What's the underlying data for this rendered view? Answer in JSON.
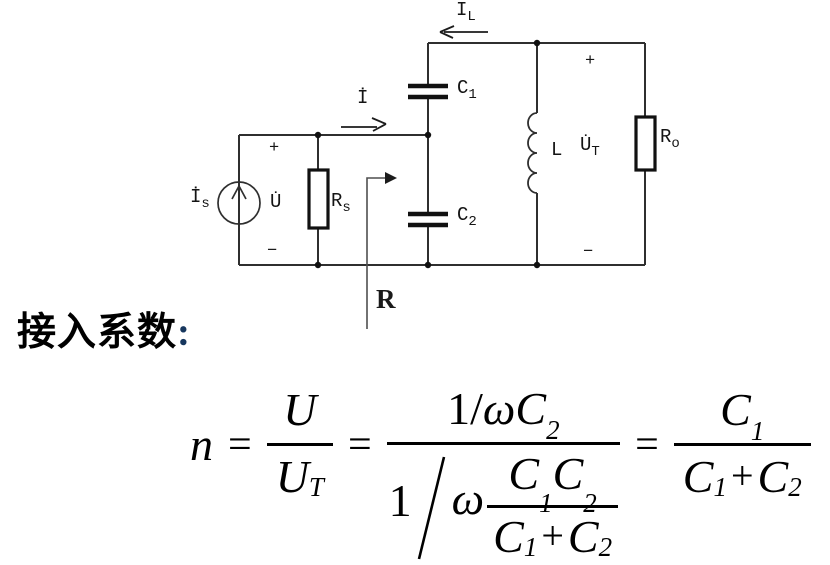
{
  "heading": {
    "text": "接入系数",
    "colon": ":"
  },
  "circuit": {
    "labels": {
      "source_main": "İ",
      "source_sub": "s",
      "u_main": "U̇",
      "rs_main": "R",
      "rs_sub": "s",
      "i_main": "İ",
      "il_main": "I",
      "il_sub": "L",
      "c1_main": "C",
      "c1_sub": "1",
      "c2_main": "C",
      "c2_sub": "2",
      "l_main": "L",
      "ut_main": "U̇",
      "ut_sub": "T",
      "ro_main": "R",
      "ro_sub": "o",
      "r_pointer": "R"
    },
    "polarity": {
      "plus": "+",
      "minus": "−"
    }
  },
  "formula": {
    "lhs": "n",
    "eq1": "=",
    "eq2": "=",
    "eq3": "=",
    "f1_num": "U",
    "f1_den": "U",
    "f1_den_sub": "T",
    "f2_num_pre": "1/",
    "f2_num_omega": "ω",
    "f2_num_c": "C",
    "f2_num_c_sub": "2",
    "f2_den_one": "1",
    "f2_den_omega": "ω",
    "f2i_num_c1": "C",
    "f2i_num_c1_sub": "1",
    "f2i_num_c2": "C",
    "f2i_num_c2_sub": "2",
    "f2i_den_c1": "C",
    "f2i_den_c1_sub": "1",
    "f2i_den_plus": "+",
    "f2i_den_c2": "C",
    "f2i_den_c2_sub": "2",
    "f3_num": "C",
    "f3_num_sub": "1",
    "f3_den_c1": "C",
    "f3_den_c1_sub": "1",
    "f3_den_plus": "+",
    "f3_den_c2": "C",
    "f3_den_c2_sub": "2"
  },
  "colors": {
    "wire": "#2f2f2f",
    "component_ink": "#111111",
    "pointer_gray": "#4f4f4f",
    "colon_blue": "#17375e",
    "formula_ink": "#000000"
  }
}
